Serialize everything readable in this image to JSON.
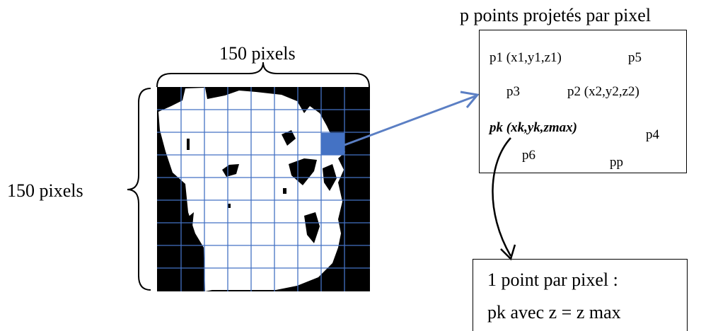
{
  "width_label": "150 pixels",
  "height_label": "150 pixels",
  "box_title": "p points projetés par pixel",
  "points": {
    "p1": "p1 (x1,y1,z1)",
    "p5": "p5",
    "p3": "p3",
    "p2": "p2 (x2,y2,z2)",
    "pk": "pk (xk,yk,zmax)",
    "p4": "p4",
    "p6": "p6",
    "pp": "pp"
  },
  "result_box": {
    "line1": "1 point par pixel :",
    "line2": "pk avec z = z max"
  },
  "colors": {
    "grid": "#4472c4",
    "highlight": "#4472c4",
    "arrow": "#5b7fc4",
    "image_bg": "#000000",
    "image_fg": "#ffffff"
  }
}
